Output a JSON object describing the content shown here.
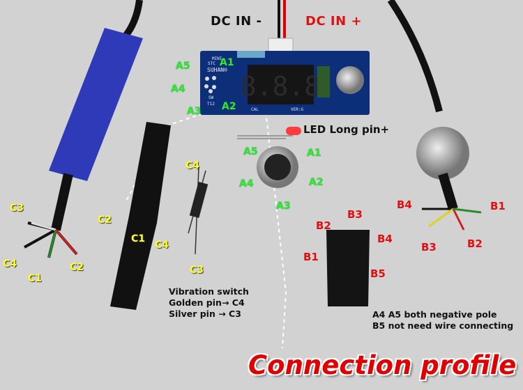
{
  "power": {
    "dc_in_minus": "DC IN -",
    "dc_in_plus": "DC IN +"
  },
  "board": {
    "display": "8.8.8",
    "silk": [
      "MINI",
      "STC",
      "SUHAN®",
      "SW",
      "T12",
      "CAL",
      "VER:G"
    ],
    "board_pins": [
      "A5",
      "A1",
      "A4",
      "A2",
      "A3"
    ]
  },
  "led": {
    "label": "LED Long pin+"
  },
  "connector_a": {
    "pins": [
      "A5",
      "A1",
      "A4",
      "A2",
      "A3"
    ]
  },
  "handle": {
    "labels": [
      "C3",
      "C4",
      "C1",
      "C2"
    ]
  },
  "switch_body": {
    "labels": [
      "C2",
      "C1",
      "C4"
    ]
  },
  "vibration_switch": {
    "labels": [
      "C4",
      "C3"
    ]
  },
  "vibration_note": [
    "Vibration switch",
    "Golden pin→ C4",
    "Silver pin → C3"
  ],
  "connector_b_female": {
    "labels": [
      "B3",
      "B2",
      "B4",
      "B1",
      "B5"
    ]
  },
  "connector_b_cable": {
    "labels": [
      "B4",
      "B1",
      "B3",
      "B2"
    ]
  },
  "notes": [
    "A4 A5 both negative pole",
    "B5 not need wire connecting"
  ],
  "title": "Connection profile",
  "colors": {
    "pin_a": "#2ee82e",
    "pin_b": "#e01010",
    "pin_c": "#ffff22",
    "title": "#e00000",
    "board": "#0d2f7a"
  }
}
